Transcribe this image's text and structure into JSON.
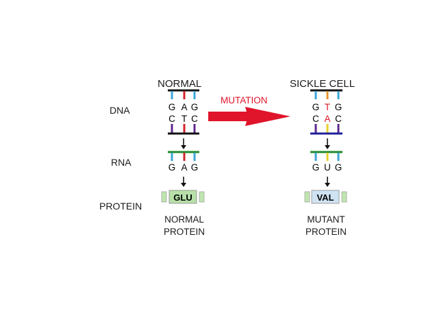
{
  "row_labels": {
    "dna": "DNA",
    "rna": "RNA",
    "protein": "PROTEIN"
  },
  "normal": {
    "header": "NORMAL",
    "dna_top": [
      "G",
      "A",
      "G"
    ],
    "dna_bottom": [
      "C",
      "T",
      "C"
    ],
    "rna": [
      "G",
      "A",
      "G"
    ],
    "amino_acid": "GLU",
    "caption_line1": "NORMAL",
    "caption_line2": "PROTEIN"
  },
  "sickle": {
    "header": "SICKLE CELL",
    "dna_top": [
      "G",
      "T",
      "G"
    ],
    "dna_bottom": [
      "C",
      "A",
      "C"
    ],
    "rna": [
      "G",
      "U",
      "G"
    ],
    "amino_acid": "VAL",
    "caption_line1": "MUTANT",
    "caption_line2": "PROTEIN"
  },
  "mutation_label": "MUTATION",
  "colors": {
    "text": "#1a1a1a",
    "mutation_red": "#e0142a",
    "dna_backbone": "#111111",
    "dna_backbone_sickle_bottom": "#1f1f99",
    "rna_backbone": "#1f8a2a",
    "cyan_tick": "#3aa6d6",
    "red_tick": "#d2232a",
    "purple_tick": "#5c2a8c",
    "orange_tick": "#e8952a",
    "yellow_tick": "#e6d12a",
    "glu_fill": "#b7e0a9",
    "val_fill": "#cfe3f2",
    "side_block": "#bfe6b0"
  }
}
